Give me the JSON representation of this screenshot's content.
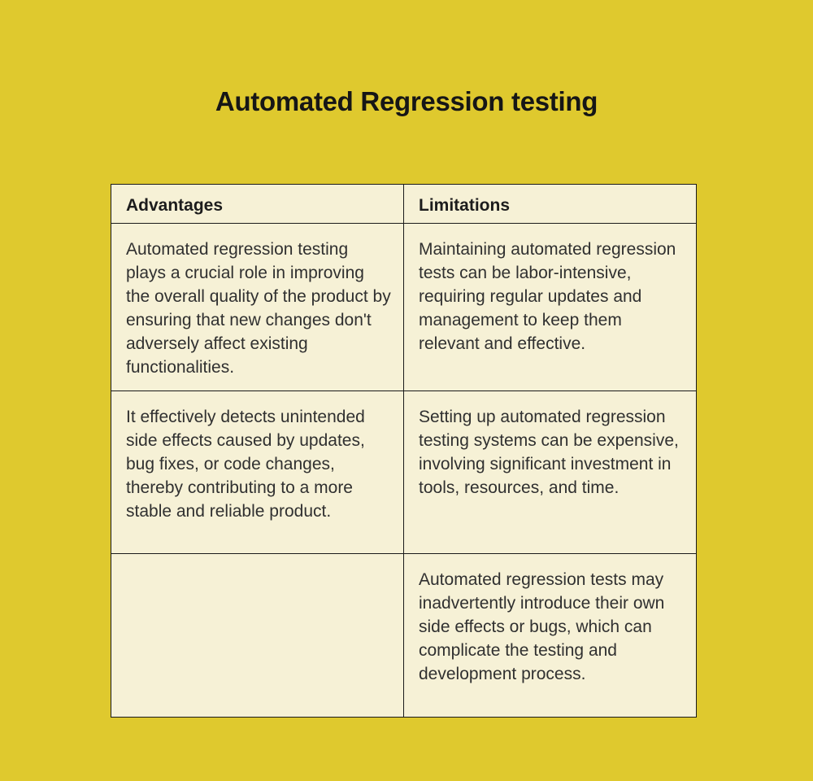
{
  "page": {
    "title": "Automated Regression testing"
  },
  "table": {
    "headers": [
      "Advantages",
      "Limitations"
    ],
    "rows": [
      [
        "Automated regression testing plays a crucial role in improving the overall quality of the product by ensuring that new changes don't adversely affect existing functionalities.",
        "Maintaining automated regression tests can be labor-intensive, requiring regular updates and management to keep them relevant and effective."
      ],
      [
        "It effectively detects unintended side effects caused by updates, bug fixes, or code changes, thereby contributing to a more stable and reliable product.",
        "Setting up automated regression testing systems can be expensive, involving significant investment in tools, resources, and time."
      ],
      [
        "",
        "Automated regression tests may inadvertently introduce their own side effects or bugs, which can complicate the testing and development process."
      ]
    ]
  },
  "colors": {
    "background": "#dfc92e",
    "table_background": "#f6f1d6",
    "border": "#1a1a1a",
    "text": "#303030",
    "title_text": "#161616"
  }
}
